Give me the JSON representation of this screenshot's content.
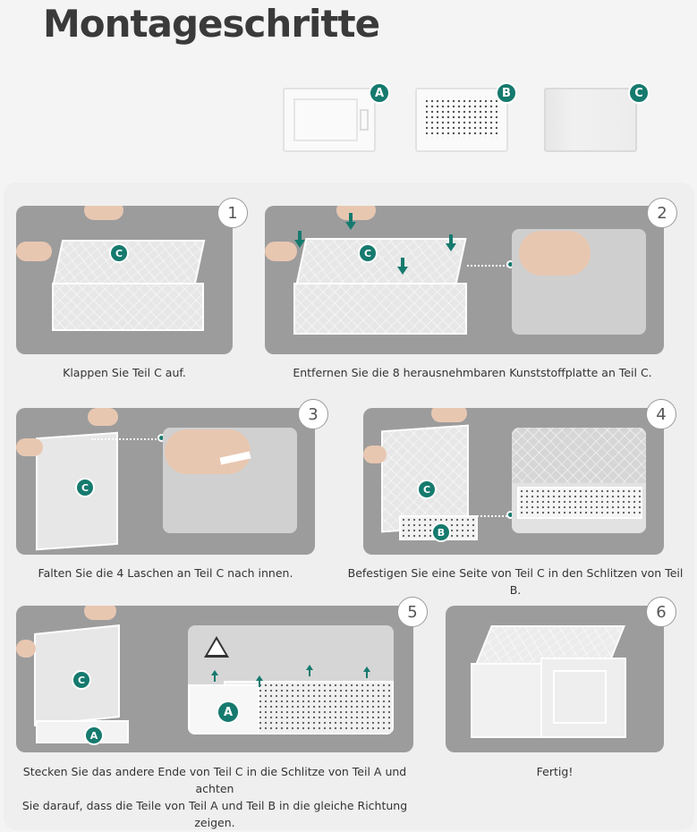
{
  "title": "Montageschritte",
  "parts": [
    {
      "label": "A"
    },
    {
      "label": "B"
    },
    {
      "label": "C"
    }
  ],
  "steps": [
    {
      "number": "1",
      "caption": "Klappen Sie Teil C auf.",
      "tags": [
        "C"
      ]
    },
    {
      "number": "2",
      "caption": "Entfernen Sie die 8 herausnehmbaren Kunststoffplatte an Teil C.",
      "tags": [
        "C"
      ]
    },
    {
      "number": "3",
      "caption": "Falten Sie die 4 Laschen an Teil C nach innen.",
      "tags": [
        "C"
      ]
    },
    {
      "number": "4",
      "caption": "Befestigen Sie eine Seite von Teil C in den Schlitzen von Teil B.",
      "tags": [
        "C",
        "B"
      ]
    },
    {
      "number": "5",
      "caption_line1": "Stecken Sie das andere Ende von Teil C in die Schlitze von Teil A und achten",
      "caption_line2": "Sie darauf, dass die Teile von Teil A und Teil B in die gleiche Richtung zeigen.",
      "tags": [
        "C",
        "A",
        "A"
      ]
    },
    {
      "number": "6",
      "caption": "Fertig!"
    }
  ],
  "colors": {
    "accent": "#167a6e",
    "panel": "#efefef",
    "image_bg": "#9c9c9c"
  },
  "icons": [
    "warning-icon",
    "arrow-down-icon",
    "arrow-up-icon"
  ]
}
